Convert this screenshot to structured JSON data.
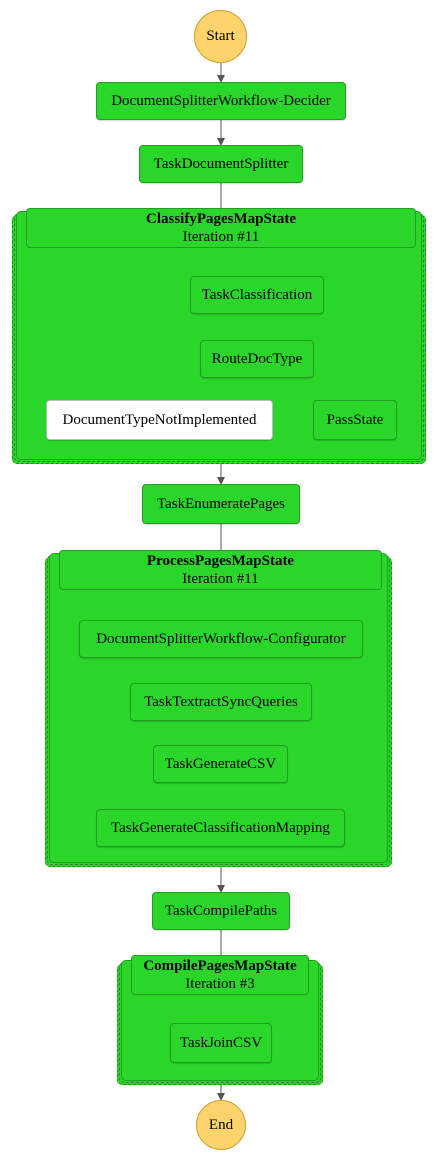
{
  "start_label": "Start",
  "end_label": "End",
  "nodes": {
    "decider": "DocumentSplitterWorkflow-Decider",
    "splitter": "TaskDocumentSplitter",
    "classification": "TaskClassification",
    "route": "RouteDocType",
    "not_implemented": "DocumentTypeNotImplemented",
    "pass_state": "PassState",
    "enumerate": "TaskEnumeratePages",
    "configurator": "DocumentSplitterWorkflow-Configurator",
    "textract": "TaskTextractSyncQueries",
    "generate_csv": "TaskGenerateCSV",
    "mapping": "TaskGenerateClassificationMapping",
    "compile_paths": "TaskCompilePaths",
    "join_csv": "TaskJoinCSV"
  },
  "maps": {
    "classify": {
      "title": "ClassifyPagesMapState",
      "iteration": "Iteration #11"
    },
    "process": {
      "title": "ProcessPagesMapState",
      "iteration": "Iteration #11"
    },
    "compile": {
      "title": "CompilePagesMapState",
      "iteration": "Iteration #3"
    }
  },
  "colors": {
    "succeeded": "#2bd62b",
    "not_run": "#ffffff",
    "start_end": "#ffd36b",
    "edge": "#555555"
  }
}
